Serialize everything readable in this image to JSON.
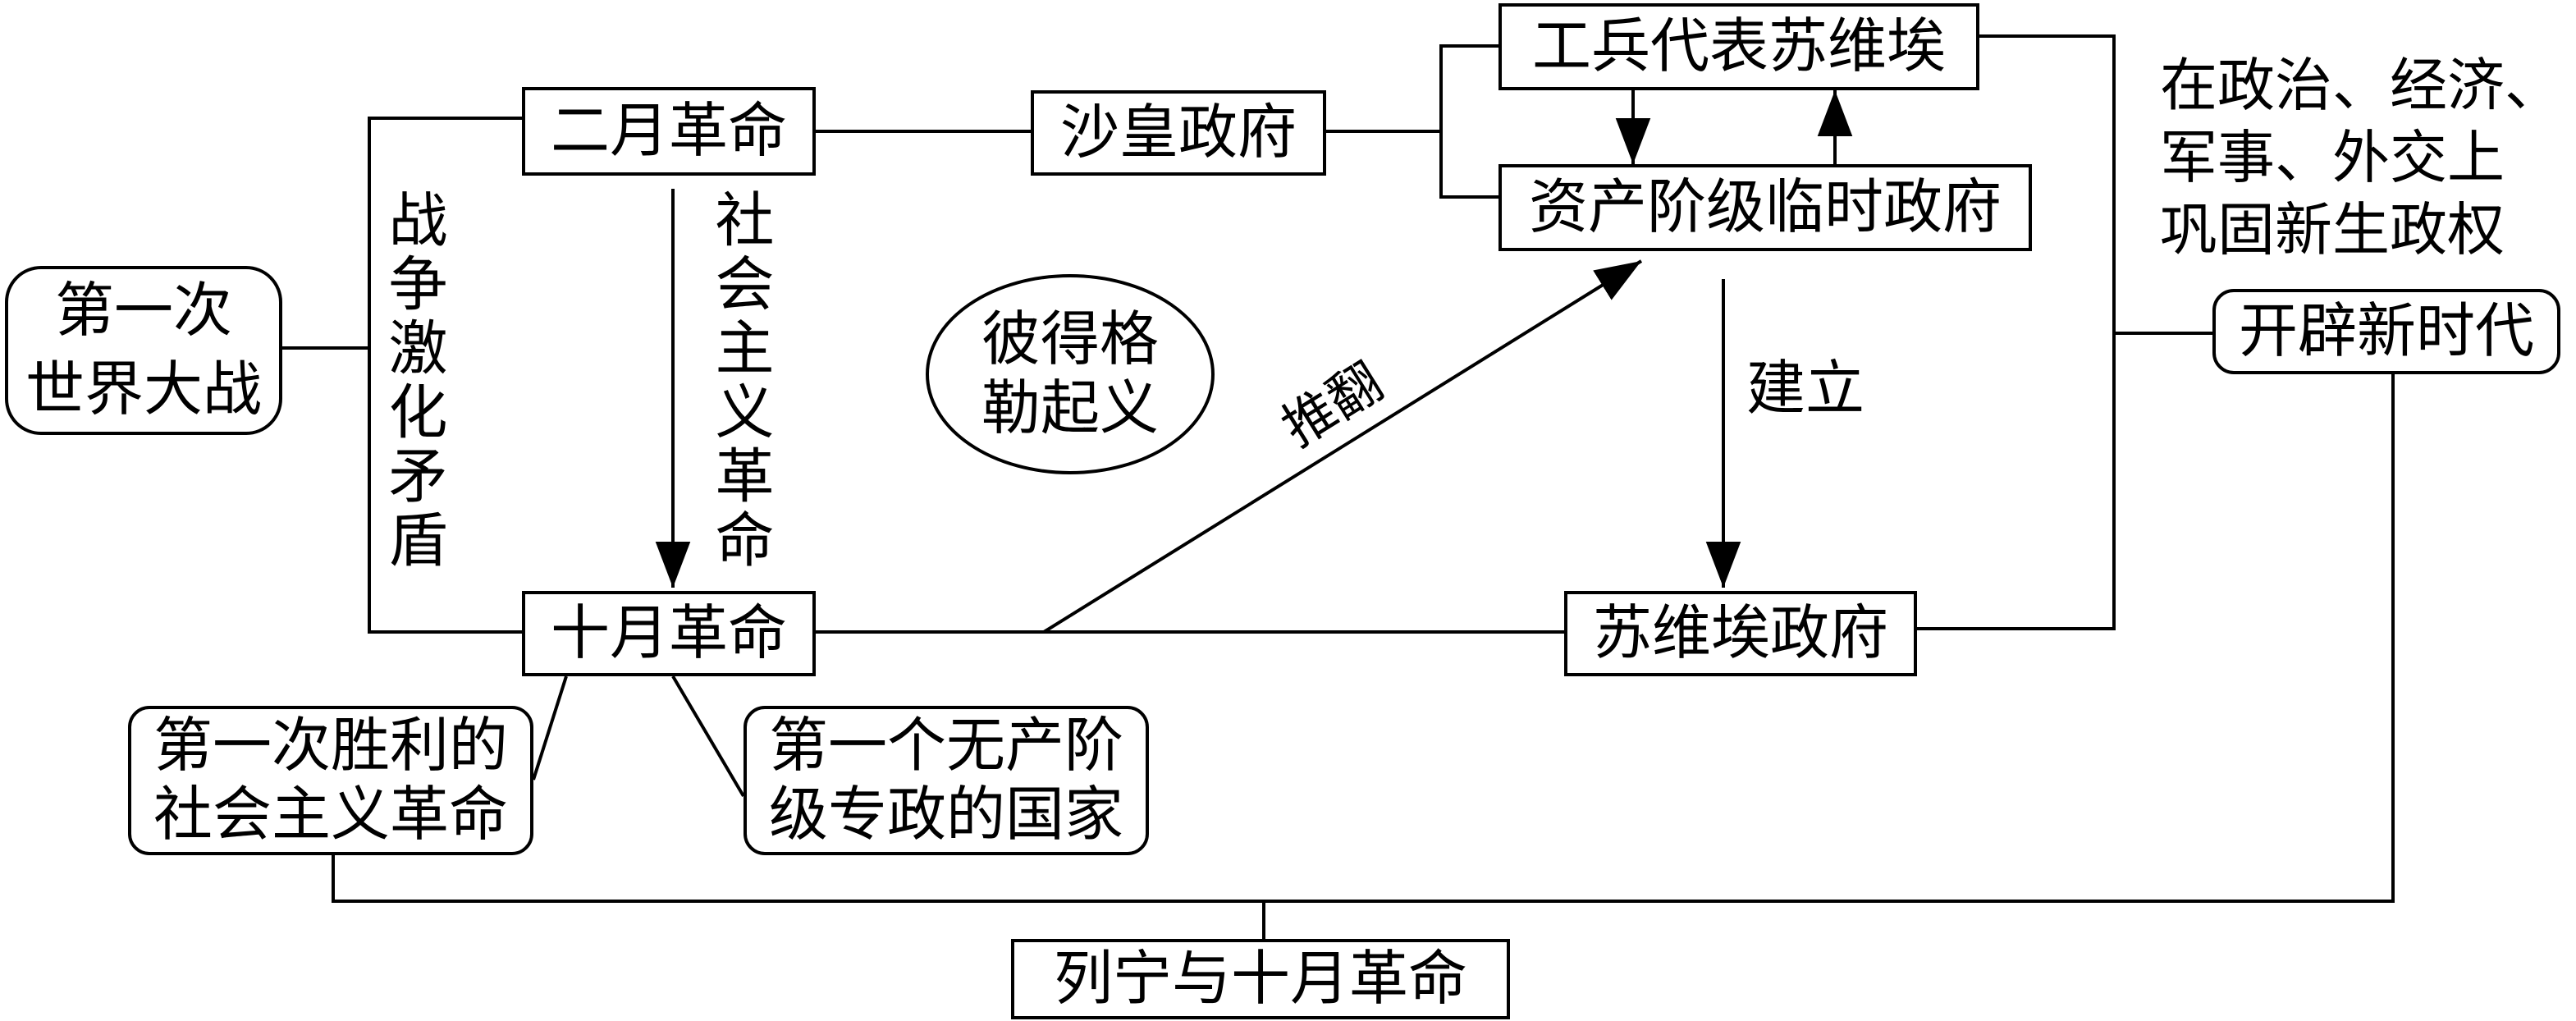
{
  "nodes": {
    "ww1": [
      "第一次",
      "世界大战"
    ],
    "february": "二月革命",
    "tsar": "沙皇政府",
    "soviet_workers": "工兵代表苏维埃",
    "provisional_gov": "资产阶级临时政府",
    "october": "十月革命",
    "petrograd": [
      "彼得格",
      "勒起义"
    ],
    "soviet_gov": "苏维埃政府",
    "first_victory": [
      "第一次胜利的",
      "社会主义革命"
    ],
    "first_proletarian": [
      "第一个无产阶",
      "级专政的国家"
    ],
    "new_era": "开辟新时代",
    "consolidate": [
      "在政治、经济、",
      "军事、外交上",
      "巩固新生政权"
    ],
    "root": "列宁与十月革命"
  },
  "edge_labels": {
    "war_intensify": "战争激化矛盾",
    "socialist_rev": "社会主义革命",
    "overthrow": "推翻",
    "establish": "建立"
  }
}
